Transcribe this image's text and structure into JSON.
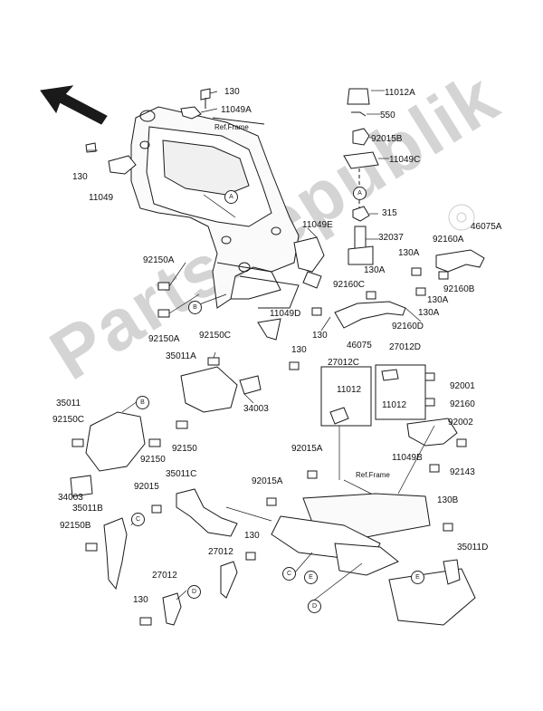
{
  "watermark": "PartsRepublik",
  "ref_frame_top": "Ref.Frame",
  "ref_frame_bottom": "Ref.Frame",
  "labels": {
    "l130_top": "130",
    "l11049A": "11049A",
    "l130_left": "130",
    "l11049": "11049",
    "l11012A": "11012A",
    "l550": "550",
    "l92015B": "92015B",
    "l11049C": "11049C",
    "l315": "315",
    "l32037": "32037",
    "l11049E": "11049E",
    "l46075A": "46075A",
    "l92160A": "92160A",
    "l130A_1": "130A",
    "l130A_2": "130A",
    "l92160B": "92160B",
    "l92150A_1": "92150A",
    "l92160C": "92160C",
    "l130A_3": "130A",
    "l130A_4": "130A",
    "l92160D": "92160D",
    "l92150A_2": "92150A",
    "l11049D": "11049D",
    "l130_mid": "130",
    "l46075": "46075",
    "l92150C_1": "92150C",
    "l130_mid2": "130",
    "l27012D": "27012D",
    "l35011A": "35011A",
    "l27012C": "27012C",
    "l92001": "92001",
    "l34003_1": "34003",
    "l11012_1": "11012",
    "l11012_2": "11012",
    "l92160": "92160",
    "l35011": "35011",
    "l92002": "92002",
    "l92150C_2": "92150C",
    "l92150_1": "92150",
    "l92150_2": "92150",
    "l11049B": "11049B",
    "l92015A_1": "92015A",
    "l92143": "92143",
    "l35011C": "35011C",
    "l92015A_2": "92015A",
    "l34003_2": "34003",
    "l92015": "92015",
    "l130B": "130B",
    "l35011B": "35011B",
    "l92150B": "92150B",
    "l130_low": "130",
    "l27012_1": "27012",
    "l35011D": "35011D",
    "l27012_2": "27012",
    "l130_bottom": "130"
  },
  "callouts": {
    "A1": "A",
    "B1": "B",
    "A2": "A",
    "B2": "B",
    "C1": "C",
    "D1": "D",
    "C2": "C",
    "E1": "E",
    "D2": "D",
    "E2": "E"
  }
}
